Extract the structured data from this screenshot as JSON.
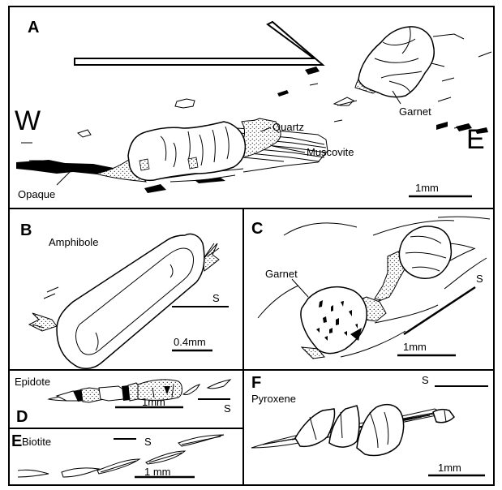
{
  "panels": {
    "A": {
      "letter": "A",
      "labels": {
        "garnet": "Garnet",
        "quartz": "Quartz",
        "muscovite": "Muscovite",
        "opaque": "Opaque",
        "west": "W",
        "east": "E"
      },
      "scale": "1mm"
    },
    "B": {
      "letter": "B",
      "mineral": "Amphibole",
      "s_label": "S",
      "scale": "0.4mm"
    },
    "C": {
      "letter": "C",
      "mineral": "Garnet",
      "s_label": "S",
      "scale": "1mm"
    },
    "D": {
      "letter": "D",
      "mineral": "Epidote",
      "s_label": "S",
      "scale": "1mm"
    },
    "E": {
      "letter": "E",
      "mineral": "Biotite",
      "s_label": "S",
      "scale": "1 mm"
    },
    "F": {
      "letter": "F",
      "mineral": "Pyroxene",
      "s_label": "S",
      "scale": "1mm"
    }
  }
}
